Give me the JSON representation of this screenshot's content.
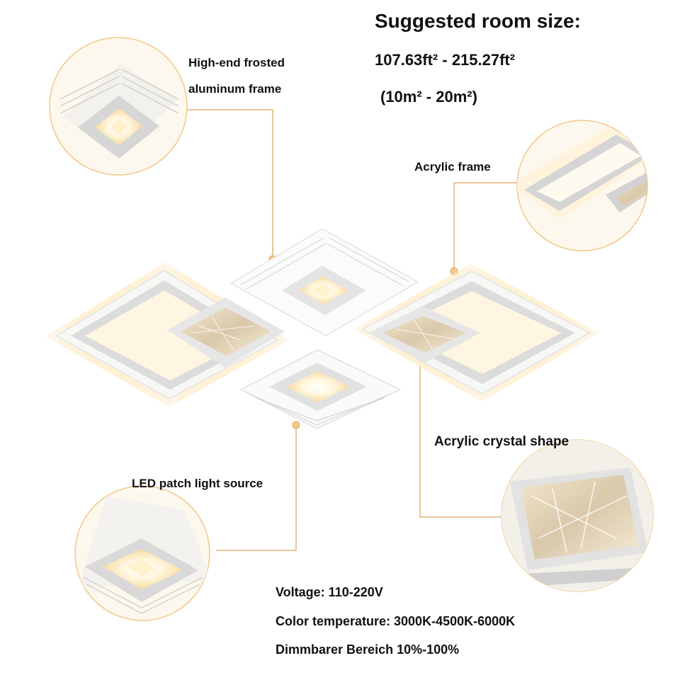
{
  "room": {
    "title": "Suggested room size:",
    "area_ft": "107.63ft² - 215.27ft²",
    "area_m": "(10m² - 20m²)"
  },
  "callouts": {
    "frame_material": [
      "High-end frosted",
      "aluminum frame"
    ],
    "acrylic_frame": "Acrylic frame",
    "crystal_shape": "Acrylic crystal shape",
    "light_source": "LED patch light source"
  },
  "specs": {
    "voltage": "Voltage: 110-220V",
    "color_temperature": "Color temperature: 3000K-4500K-6000K",
    "dimming": "Dimmbarer Bereich 10%-100%"
  },
  "colors": {
    "leader_line": "#d9a55a",
    "dot": "#f5c98a",
    "frame_white": "#f7f7f5",
    "frame_grey": "#cfcfcf",
    "glow": "#fff3d6"
  }
}
